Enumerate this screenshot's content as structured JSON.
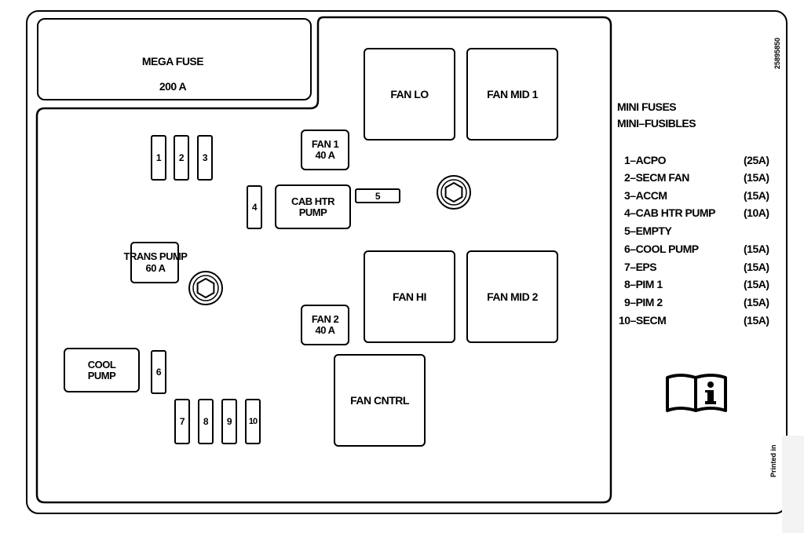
{
  "mega_fuse": {
    "line1": "MEGA FUSE",
    "line2": "200 A"
  },
  "relays": {
    "fan_lo": "FAN LO",
    "fan_mid_1": "FAN MID 1",
    "fan_hi": "FAN HI",
    "fan_mid_2": "FAN MID 2",
    "fan_cntrl": "FAN CNTRL",
    "cab_htr_pump": "CAB HTR\nPUMP",
    "cool_pump": "COOL\nPUMP"
  },
  "fuses": {
    "fan_1": "FAN 1\n40 A",
    "fan_2": "FAN 2\n40 A",
    "trans_pump": "TRANS PUMP\n60 A",
    "mini": [
      "1",
      "2",
      "3",
      "4",
      "5",
      "6",
      "7",
      "8",
      "9",
      "10"
    ]
  },
  "legend": {
    "title": "MINI FUSES",
    "subtitle": "MINI–FUSIBLES",
    "items": [
      {
        "label": "1–ACPO",
        "amp": "(25A)"
      },
      {
        "label": "2–SECM FAN",
        "amp": "(15A)"
      },
      {
        "label": "3–ACCM",
        "amp": "(15A)"
      },
      {
        "label": "4–CAB HTR PUMP",
        "amp": "(10A)"
      },
      {
        "label": "5–EMPTY",
        "amp": ""
      },
      {
        "label": "6–COOL PUMP",
        "amp": "(15A)"
      },
      {
        "label": "7–EPS",
        "amp": "(15A)"
      },
      {
        "label": "8–PIM 1",
        "amp": "(15A)"
      },
      {
        "label": "9–PIM 2",
        "amp": "(15A)"
      },
      {
        "label": "10–SECM",
        "amp": "(15A)"
      }
    ]
  },
  "side_code": "25895850",
  "printed_in": "Printed in",
  "icons": {
    "manual": "manual-info-icon",
    "bolt": "hex-bolt-icon"
  }
}
